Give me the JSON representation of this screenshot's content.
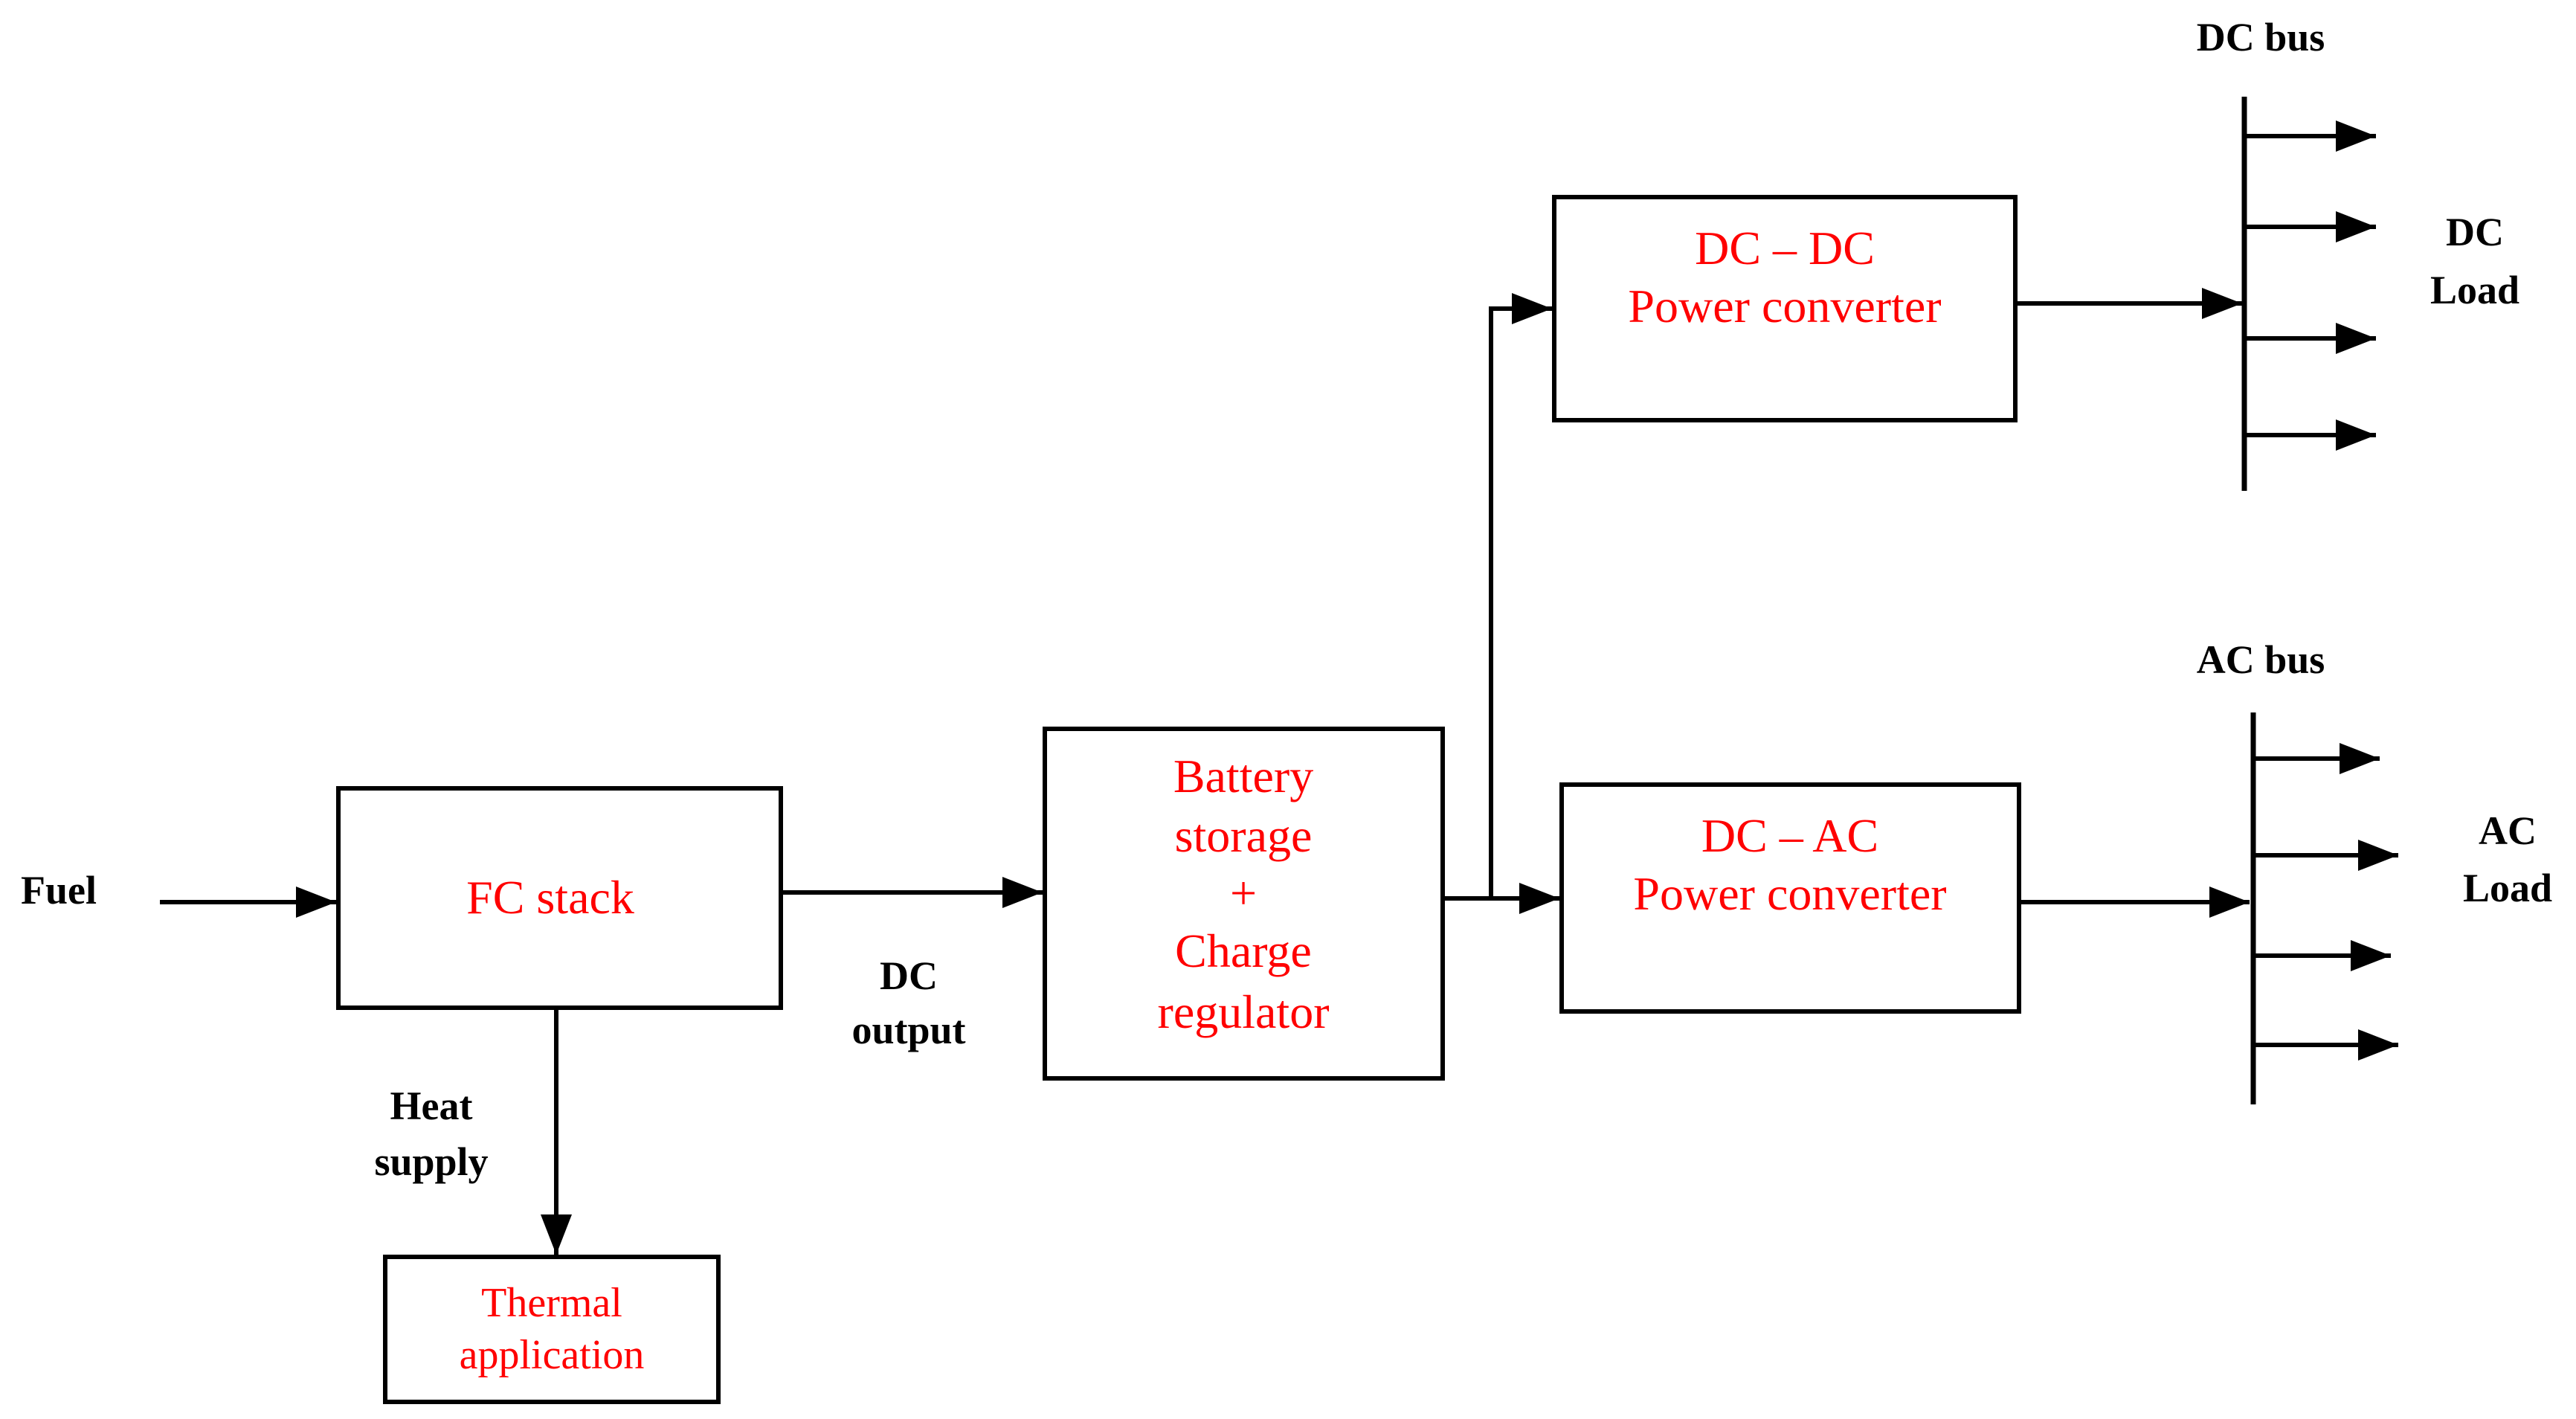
{
  "blocks": {
    "fc_stack": "FC stack",
    "battery": [
      "Battery",
      "storage",
      "+",
      "Charge",
      "regulator"
    ],
    "dcdc": [
      "DC – DC",
      "Power converter"
    ],
    "dcac": [
      "DC – AC",
      "Power converter"
    ],
    "thermal": [
      "Thermal",
      "application"
    ]
  },
  "labels": {
    "fuel": "Fuel",
    "dc_output": [
      "DC",
      "output"
    ],
    "heat_supply": [
      "Heat",
      "supply"
    ],
    "dc_bus": "DC bus",
    "ac_bus": "AC bus",
    "dc_load": [
      "DC",
      "Load"
    ],
    "ac_load": [
      "AC",
      "Load"
    ]
  },
  "colors": {
    "block_text": "#ff0000",
    "label_text": "#000000",
    "lines": "#000000"
  }
}
